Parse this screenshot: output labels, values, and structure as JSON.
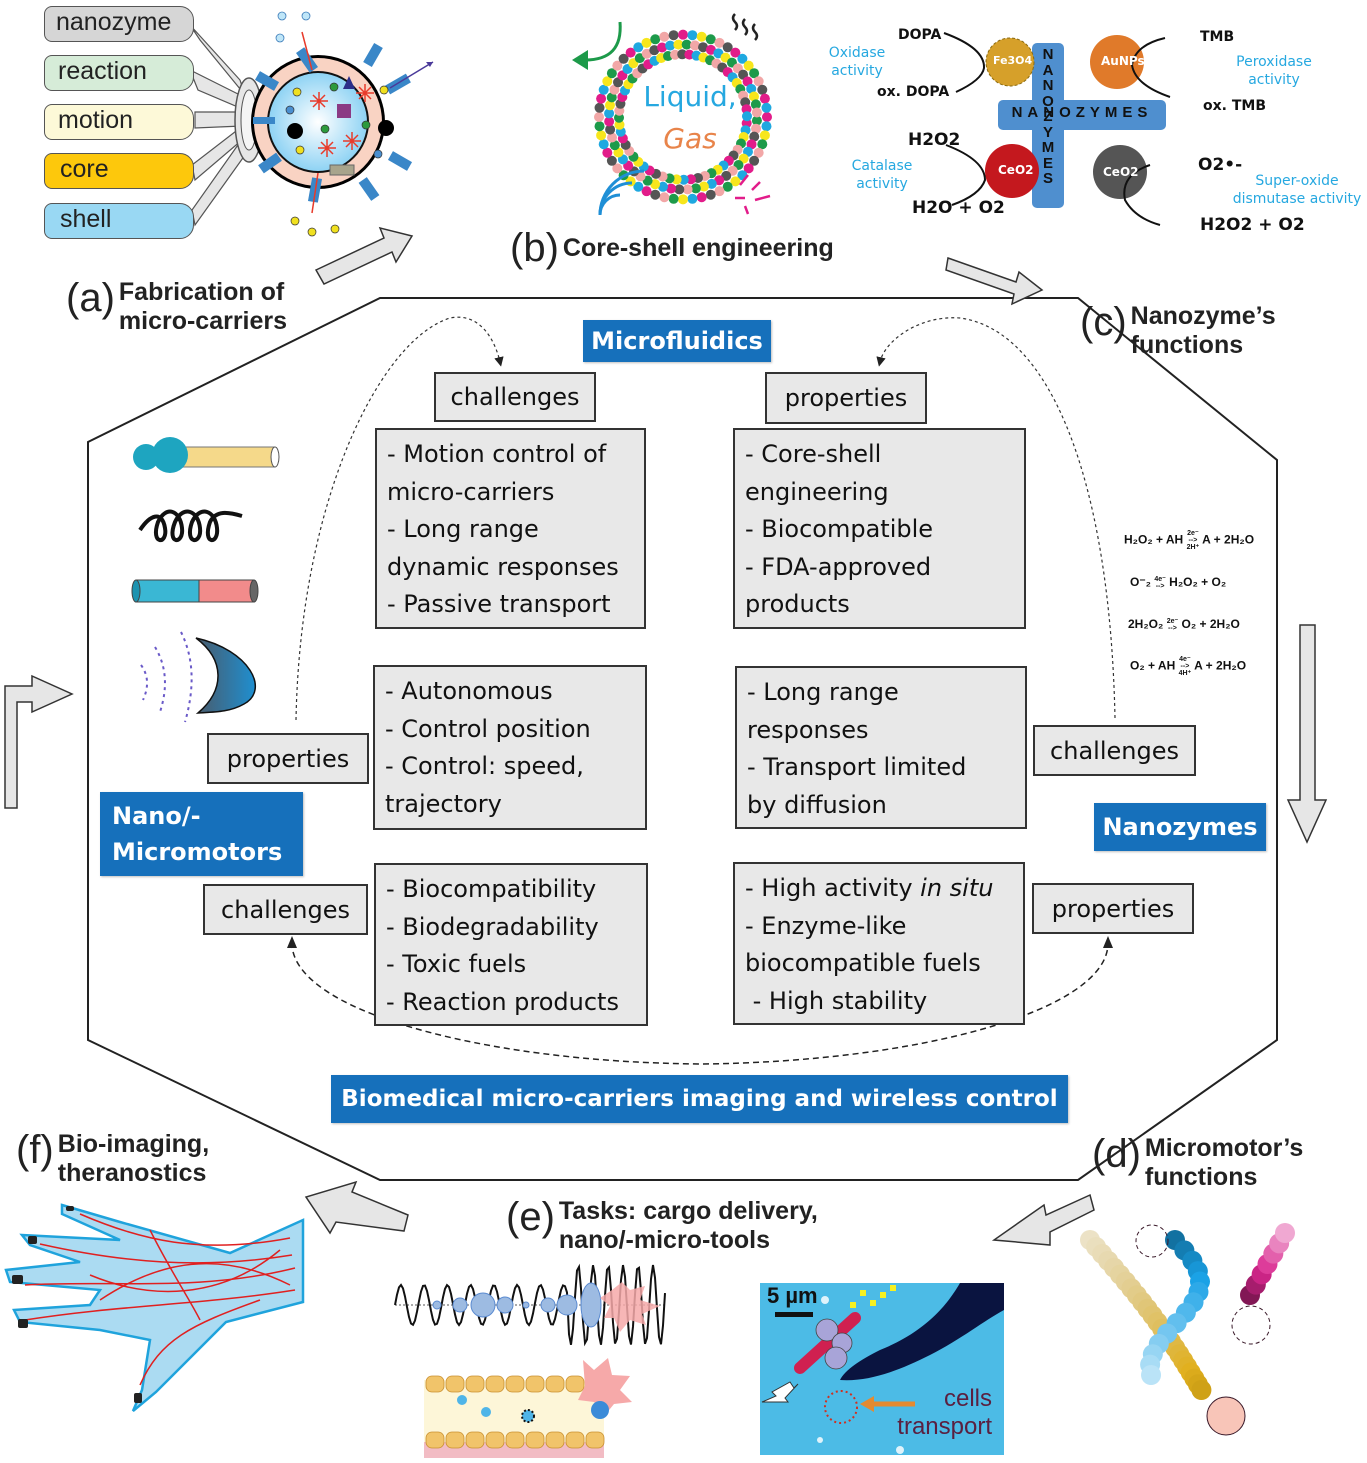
{
  "panels": {
    "a": {
      "letter": "(a)",
      "title_line1": "Fabrication of",
      "title_line2": "micro-carriers",
      "tubes": [
        "nanozyme",
        "reaction",
        "motion",
        "core",
        "shell"
      ]
    },
    "b": {
      "letter": "(b)",
      "title": "Core-shell engineering",
      "inner_line1": "Liquid,",
      "inner_line2": "Gas"
    },
    "c": {
      "letter": "(c)",
      "title_line1": "Nanozyme’s",
      "title_line2": "functions",
      "cross_label": "NANOZYMES",
      "reactions": [
        {
          "particle": "Fe3O4",
          "substrate": "DOPA",
          "product": "ox. DOPA",
          "activity": "Oxidase activity"
        },
        {
          "particle": "AuNPs",
          "substrate": "TMB",
          "product": "ox. TMB",
          "activity": "Peroxidase activity"
        },
        {
          "particle": "CeO2",
          "substrate": "H2O2",
          "product": "H2O + O2",
          "activity": "Catalase activity"
        },
        {
          "particle": "CeO2",
          "substrate": "O2•-",
          "product": "H2O2 + O2",
          "activity": "Super-oxide dismutase activity"
        }
      ]
    },
    "d": {
      "letter": "(d)",
      "title_line1": "Micromotor’s",
      "title_line2": "functions"
    },
    "e": {
      "letter": "(e)",
      "title_line1": "Tasks: cargo delivery,",
      "title_line2": "nano/-micro-tools",
      "scale_bar": "5 µm",
      "cells_line1": "cells",
      "cells_line2": "transport"
    },
    "f": {
      "letter": "(f)",
      "title_line1": "Bio-imaging,",
      "title_line2": "theranostics"
    }
  },
  "equations": [
    {
      "lhs": "H₂O₂ + AH",
      "above": "2e⁻",
      "below": "2H⁺",
      "rhs": "A + 2H₂O"
    },
    {
      "lhs": "O⁻₂",
      "above": "4e⁻",
      "below": "",
      "rhs": "H₂O₂ + O₂"
    },
    {
      "lhs": "2H₂O₂",
      "above": "2e⁻",
      "below": "",
      "rhs": "O₂ + 2H₂O"
    },
    {
      "lhs": "O₂ + AH",
      "above": "4e⁻",
      "below": "4H⁺",
      "rhs": "A + 2H₂O"
    }
  ],
  "central": {
    "microfluidics": {
      "title": "Microfluidics",
      "challenges_tag": "challenges",
      "challenges": [
        "- Motion control of",
        "micro-carriers",
        "- Long range",
        "dynamic responses",
        "- Passive transport"
      ],
      "properties_tag": "properties",
      "properties": [
        "- Core-shell",
        "engineering",
        "- Biocompatible",
        "- FDA-approved",
        "products"
      ]
    },
    "micromotors": {
      "title_line1": "Nano/-",
      "title_line2": "Micromotors",
      "properties_tag": "properties",
      "properties": [
        "- Autonomous",
        "- Control position",
        "- Control: speed,",
        "trajectory"
      ],
      "challenges_tag": "challenges",
      "challenges": [
        "- Biocompatibility",
        "- Biodegradability",
        "- Toxic fuels",
        "- Reaction products"
      ]
    },
    "nanozymes": {
      "title": "Nanozymes",
      "challenges_tag": "challenges",
      "challenges": [
        "- Long range",
        "responses",
        "- Transport limited",
        "by diffusion"
      ],
      "properties_tag": "properties",
      "properties_prefix": "- High activity ",
      "properties_italic": "in situ",
      "properties": [
        "- Enzyme-like",
        "biocompatible fuels",
        " - High stability"
      ]
    },
    "footer": "Biomedical micro-carriers imaging and wireless control"
  },
  "colors": {
    "tag_blue": "#1670bb",
    "box_gray": "#e8e8e8",
    "tube_nanozyme": "#d6d6d6",
    "tube_reaction": "#d6ecd8",
    "tube_motion": "#fdf9d8",
    "tube_core": "#fdc80c",
    "tube_shell": "#99d8f3",
    "activity_blue": "#26a8e0"
  }
}
